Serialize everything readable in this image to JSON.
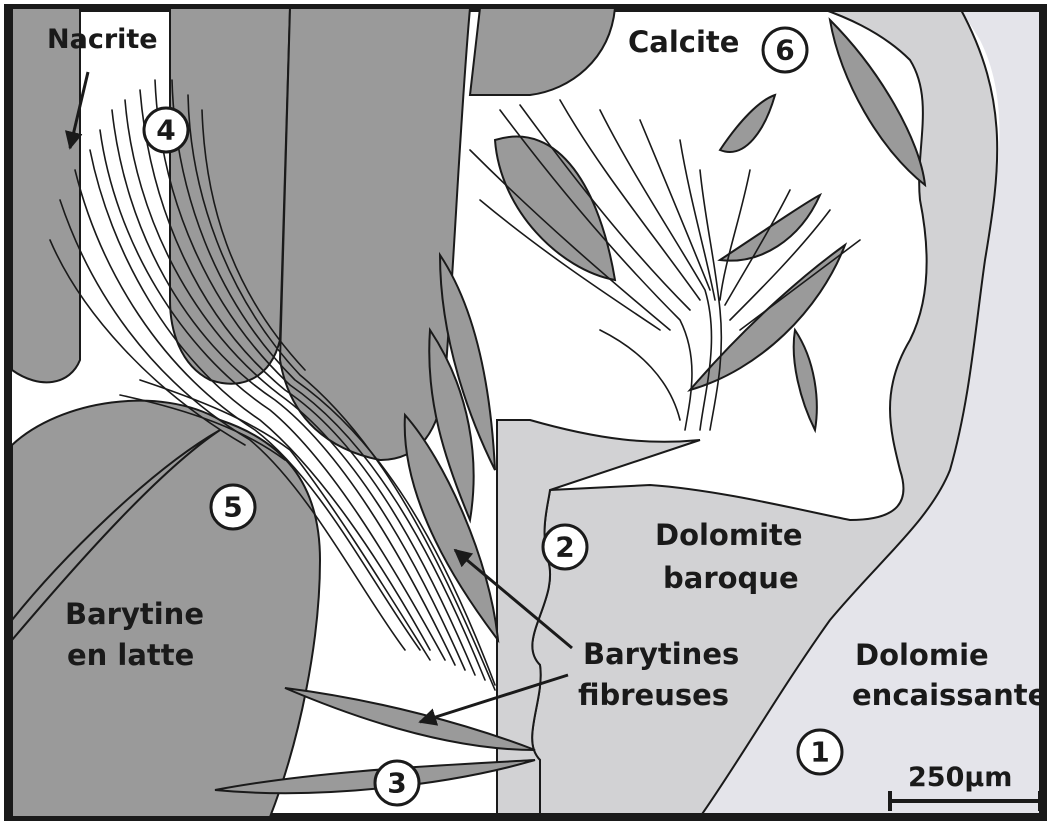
{
  "labels": {
    "nacrite": "Nacrite",
    "calcite": "Calcite",
    "dolomite_baroque_1": "Dolomite",
    "dolomite_baroque_2": "baroque",
    "dolomie_1": "Dolomie",
    "dolomie_2": "encaissante",
    "barytine_latte_1": "Barytine",
    "barytine_latte_2": "en latte",
    "barytines_fib_1": "Barytines",
    "barytines_fib_2": "fibreuses",
    "scale": "250µm"
  },
  "markers": [
    "1",
    "2",
    "3",
    "4",
    "5",
    "6"
  ],
  "colors": {
    "grain": "#9a9a9a",
    "dolomite": "#d2d2d4",
    "host": "#e4e4ea",
    "ink": "#1a1a1a"
  }
}
